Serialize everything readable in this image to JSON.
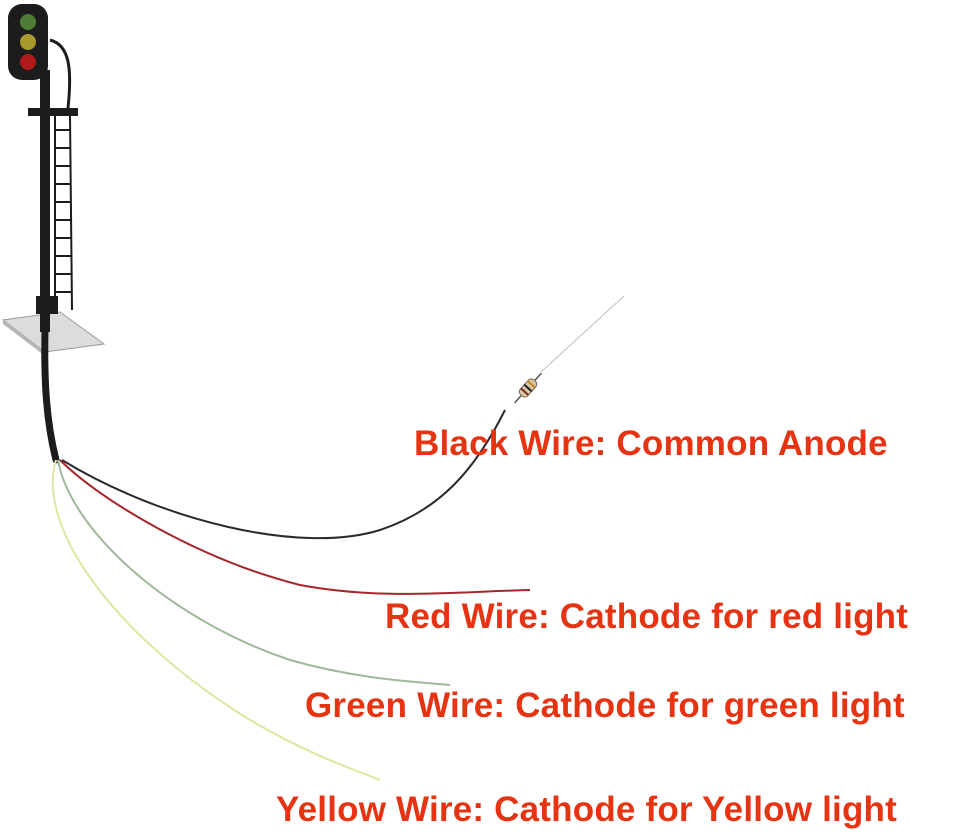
{
  "colors": {
    "label": "#e63312",
    "pole": "#1c1c1c",
    "base_plate": "#dcdcdc",
    "wire_black": "#2a2a2a",
    "wire_red": "#a6262b",
    "wire_green": "#9fb89a",
    "wire_yellow": "#dfe6a0",
    "lamp_green": "#4e7d35",
    "lamp_yellow": "#a89a2a",
    "lamp_red": "#b01a1a"
  },
  "labels": {
    "black": "Black Wire: Common Anode",
    "red": "Red Wire: Cathode for red light",
    "green": "Green Wire: Cathode for green light",
    "yellow": "Yellow Wire: Cathode for Yellow light"
  }
}
